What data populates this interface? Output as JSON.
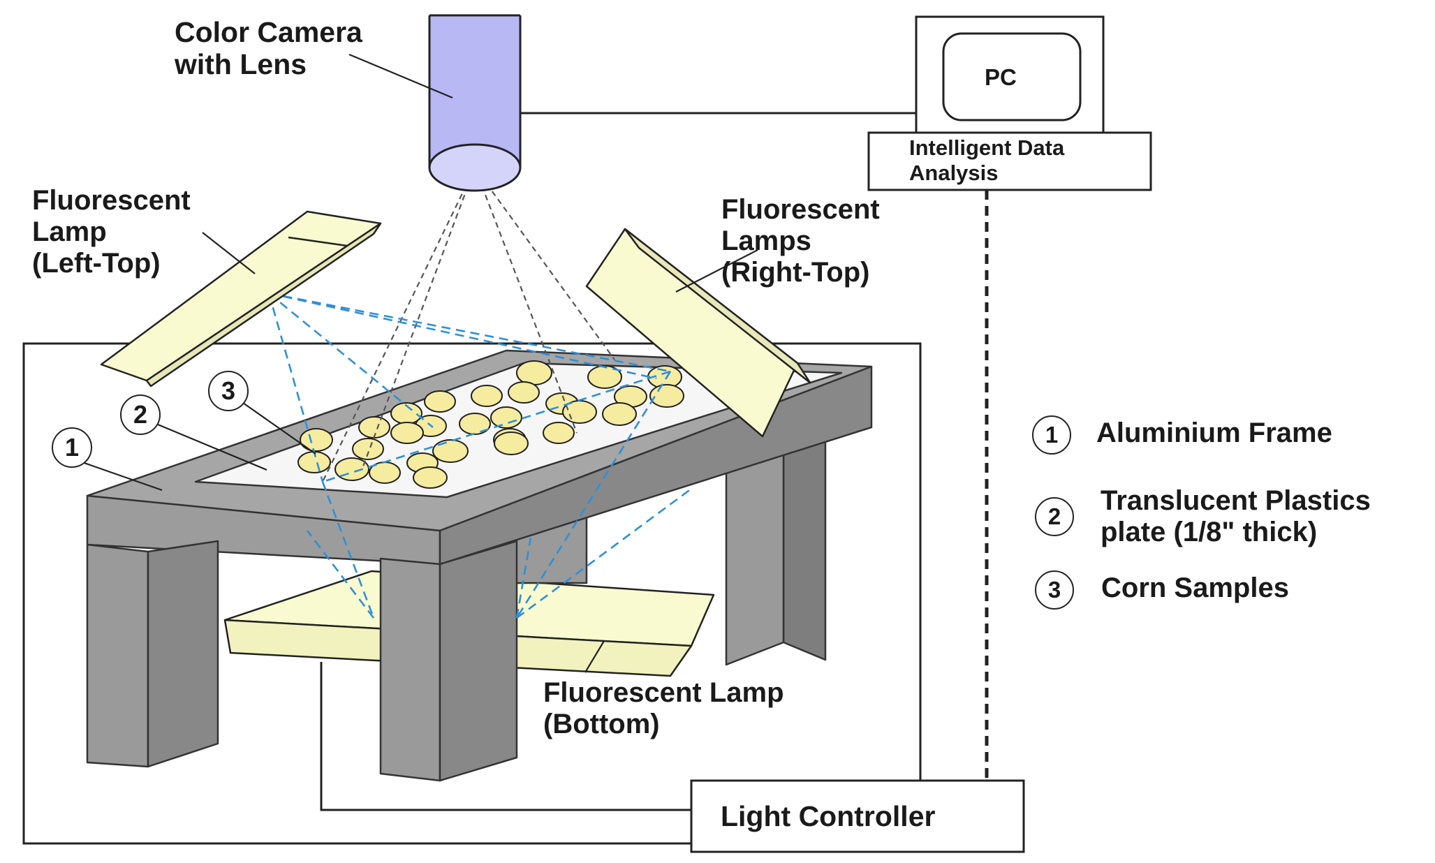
{
  "labels": {
    "camera_line1": "Color Camera",
    "camera_line2": "with Lens",
    "pc": "PC",
    "analysis_line1": "Intelligent Data",
    "analysis_line2": "Analysis",
    "lamp_left_line1": "Fluorescent",
    "lamp_left_line2": "Lamp",
    "lamp_left_line3": "(Left-Top)",
    "lamp_right_line1": "Fluorescent",
    "lamp_right_line2": "Lamps",
    "lamp_right_line3": "(Right-Top)",
    "lamp_bottom_line1": "Fluorescent Lamp",
    "lamp_bottom_line2": "(Bottom)",
    "light_controller": "Light Controller"
  },
  "callouts": [
    "1",
    "2",
    "3"
  ],
  "legend": [
    {
      "number": "1",
      "line1": "Aluminium Frame",
      "line2": ""
    },
    {
      "number": "2",
      "line1": "Translucent Plastics",
      "line2": "plate (1/8\" thick)"
    },
    {
      "number": "3",
      "line1": "Corn Samples",
      "line2": ""
    }
  ],
  "colors": {
    "camera": "#b8b8f5",
    "lamp": "#fafad0",
    "frame": "#999999",
    "corn": "#f6eca0",
    "light_ray": "#2f8fd8",
    "camera_ray": "#555555"
  }
}
